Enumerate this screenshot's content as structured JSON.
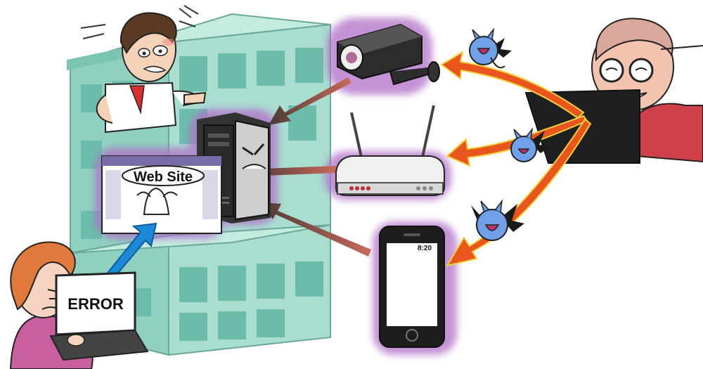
{
  "website": {
    "label": "Web Site"
  },
  "laptop": {
    "error_text": "ERROR"
  },
  "phone": {
    "status_time": "8:20"
  },
  "colors": {
    "building": "#8fd0c0",
    "building_dark": "#6fb8a6",
    "window": "#5fb0a0",
    "glow": "#b070c8",
    "attack_arrow": "#e8561e",
    "device_arrow": "#5a3a35",
    "user_arrow": "#1e88d8",
    "devil": "#6fa0e8",
    "hacker_shirt": "#d04048",
    "woman_hair": "#e07a3c"
  },
  "icons": [
    "security-camera-icon",
    "router-icon",
    "smartphone-icon",
    "server-icon",
    "devil-icon",
    "laptop-icon"
  ]
}
